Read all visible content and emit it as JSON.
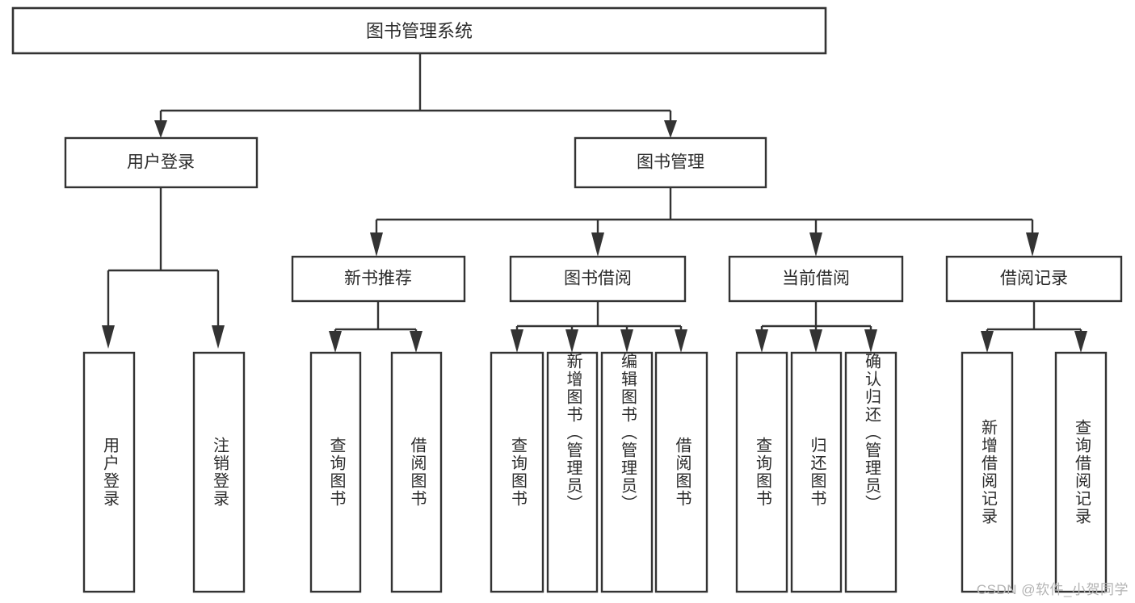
{
  "diagram": {
    "title": "图书管理系统",
    "type": "tree-hierarchy",
    "orientation": "top-down",
    "levels": 4,
    "root": {
      "label": "图书管理系统"
    },
    "level2": [
      {
        "label": "用户登录"
      },
      {
        "label": "图书管理"
      }
    ],
    "level3": [
      {
        "label": "新书推荐"
      },
      {
        "label": "图书借阅"
      },
      {
        "label": "当前借阅"
      },
      {
        "label": "借阅记录"
      }
    ],
    "leaves": {
      "user_login": [
        {
          "label": "用户登录"
        },
        {
          "label": "注销登录"
        }
      ],
      "new_book_recommend": [
        {
          "label": "查询图书"
        },
        {
          "label": "借阅图书"
        }
      ],
      "book_borrow": [
        {
          "label": "查询图书"
        },
        {
          "label": "新增图书（管理员）"
        },
        {
          "label": "编辑图书（管理员）"
        },
        {
          "label": "借阅图书"
        }
      ],
      "current_borrow": [
        {
          "label": "查询图书"
        },
        {
          "label": "归还图书"
        },
        {
          "label": "确认归还（管理员）"
        }
      ],
      "borrow_record": [
        {
          "label": "新增借阅记录"
        },
        {
          "label": "查询借阅记录"
        }
      ]
    }
  },
  "watermark": {
    "text": "CSDN @软件_小贺同学"
  },
  "colors": {
    "stroke": "#333333",
    "box_fill": "#ffffff",
    "text": "#2b2b2b",
    "watermark": "#b3b3b3",
    "background": "#ffffff"
  }
}
